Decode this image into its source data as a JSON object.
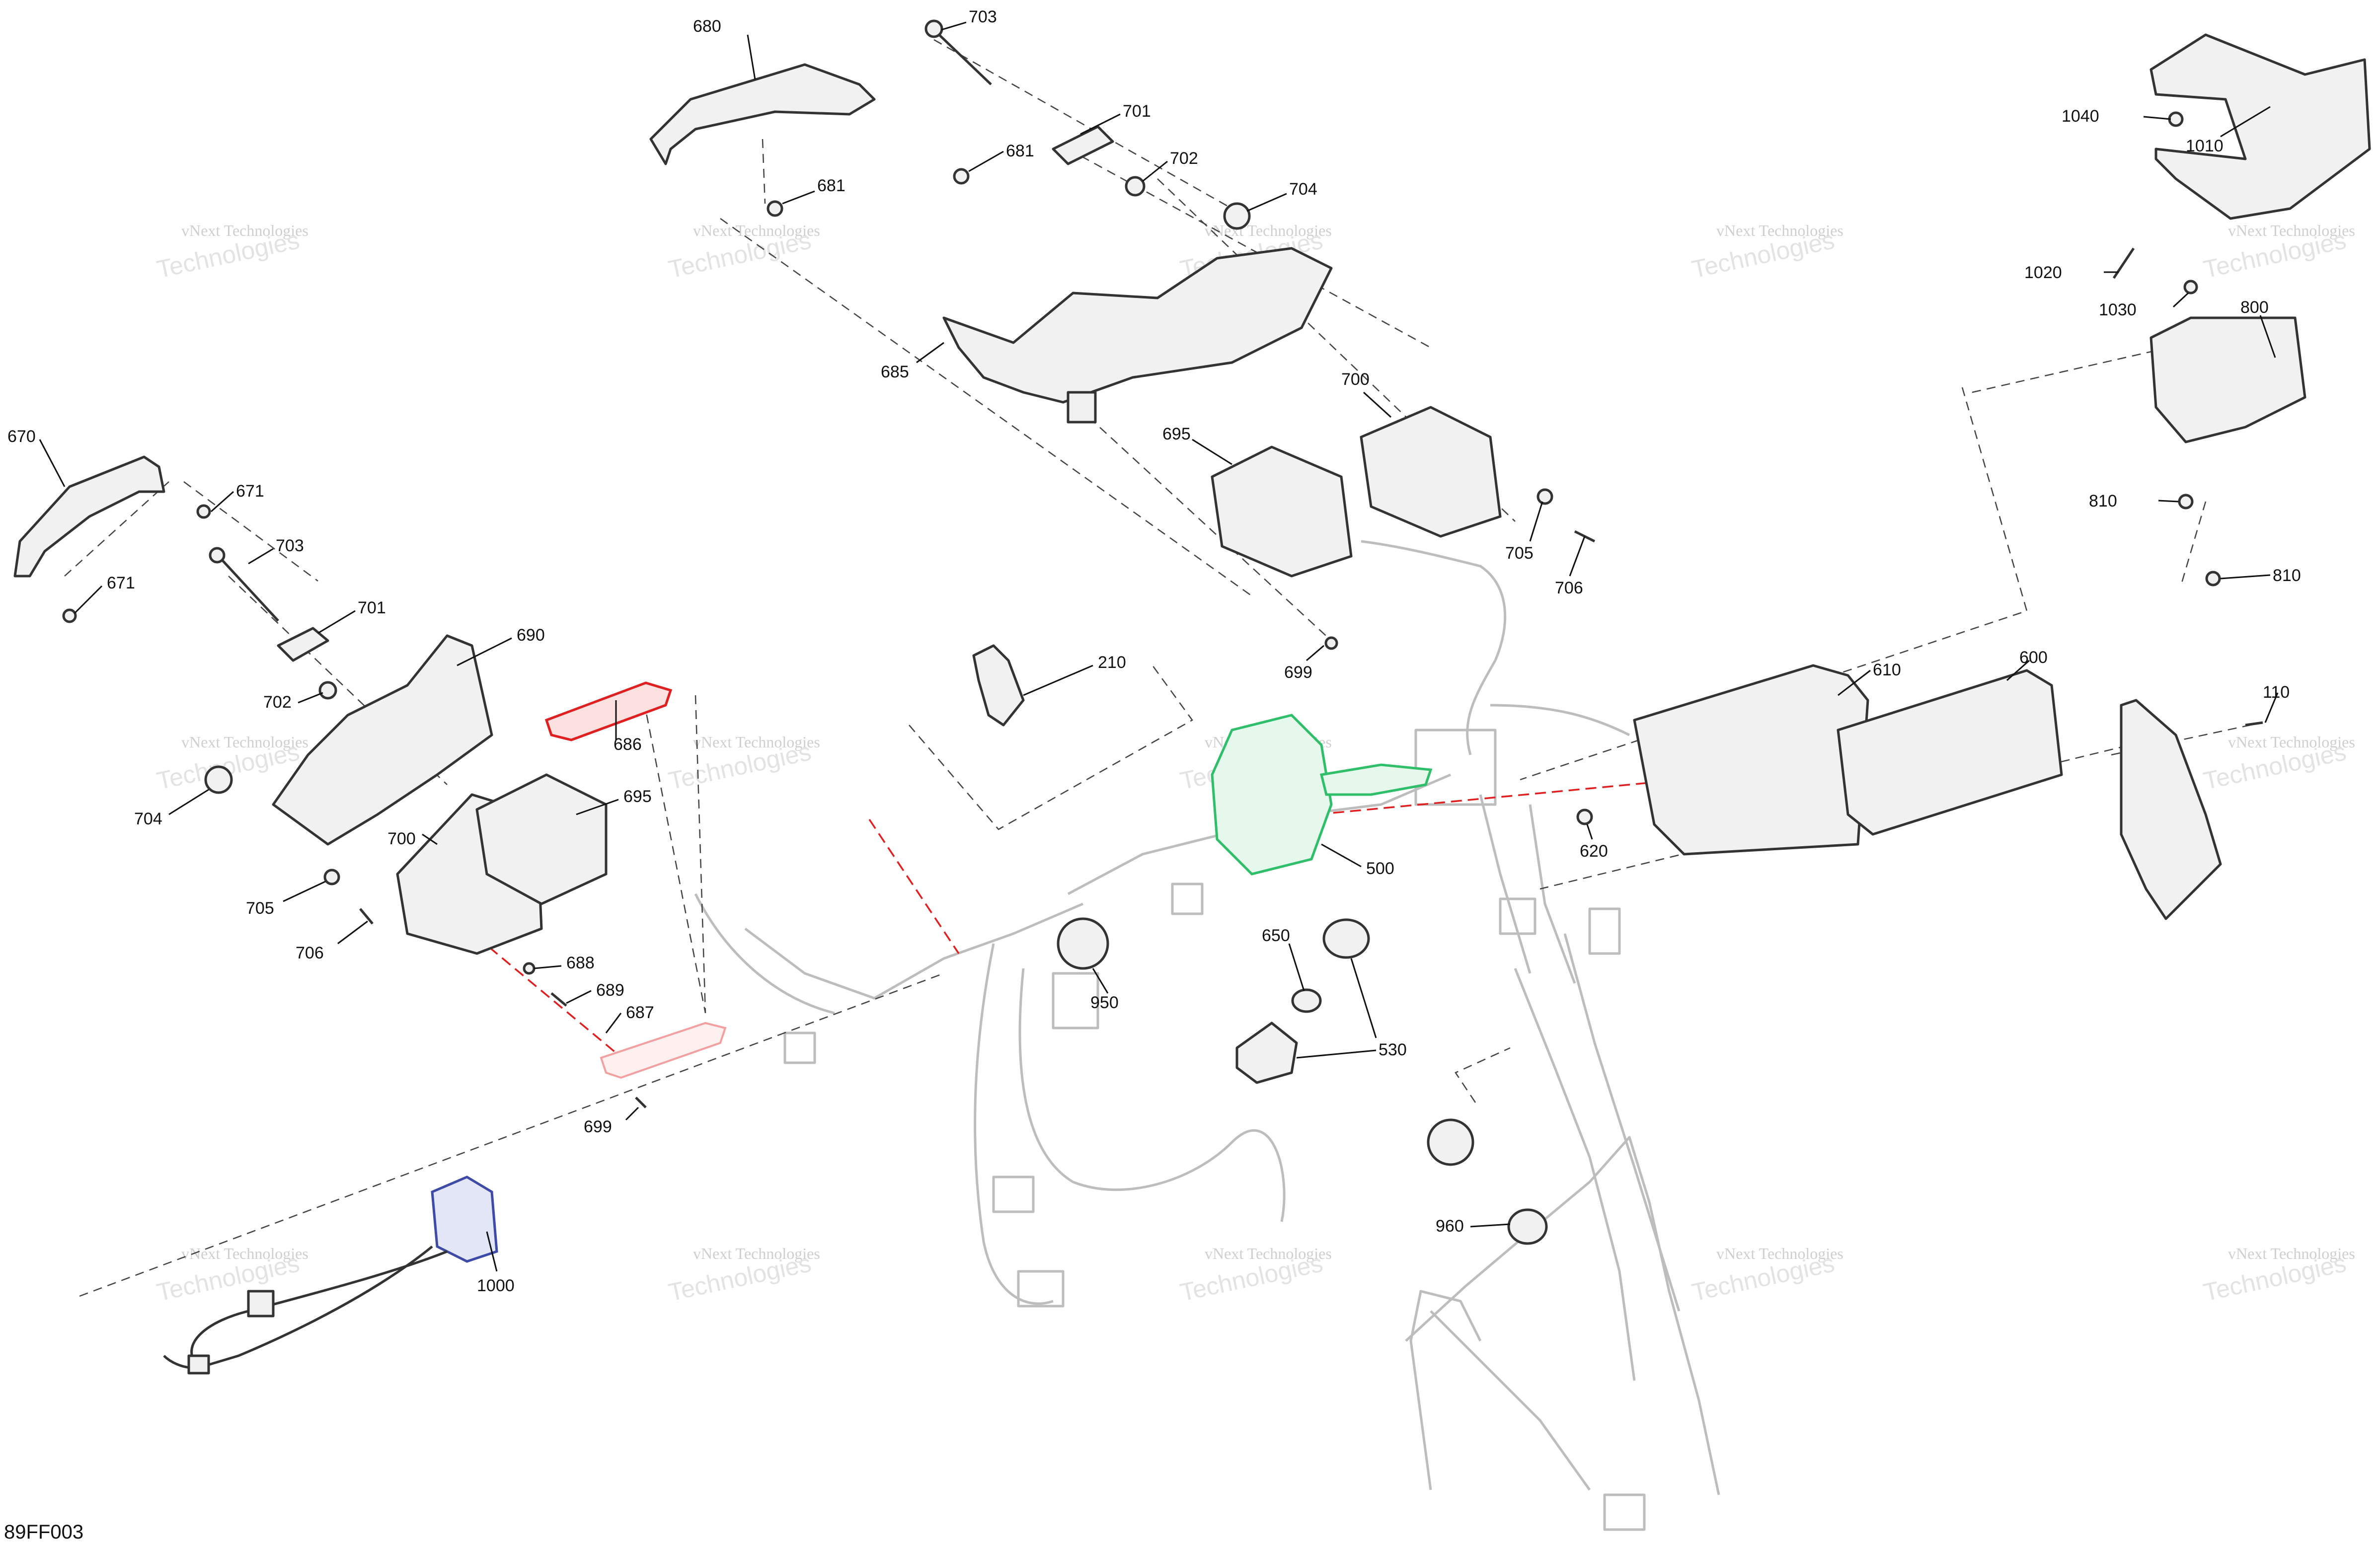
{
  "diagram_code": "89FF003",
  "watermark": {
    "line1": "vNext Technologies",
    "line2": "Technologies"
  },
  "callouts": {
    "c680": "680",
    "c703a": "703",
    "c701a": "701",
    "c681a": "681",
    "c702a": "702",
    "c681b": "681",
    "c704a": "704",
    "c685": "685",
    "c700a": "700",
    "c695a": "695",
    "c705a": "705",
    "c706a": "706",
    "c699a": "699",
    "c670": "670",
    "c671a": "671",
    "c671b": "671",
    "c703b": "703",
    "c701b": "701",
    "c690": "690",
    "c702b": "702",
    "c686": "686",
    "c704b": "704",
    "c695b": "695",
    "c700b": "700",
    "c705b": "705",
    "c706b": "706",
    "c688": "688",
    "c689": "689",
    "c687": "687",
    "c699b": "699",
    "c210": "210",
    "c500": "500",
    "c950": "950",
    "c650": "650",
    "c530": "530",
    "c960": "960",
    "c1000": "1000",
    "c1040": "1040",
    "c1010": "1010",
    "c1020": "1020",
    "c1030": "1030",
    "c800": "800",
    "c810a": "810",
    "c810b": "810",
    "c610": "610",
    "c600": "600",
    "c620": "620",
    "c110": "110"
  },
  "colors": {
    "highlight_green": "#2fbf6b",
    "highlight_red": "#e02020",
    "highlight_blue": "#3d4aa8",
    "line": "#333333"
  }
}
